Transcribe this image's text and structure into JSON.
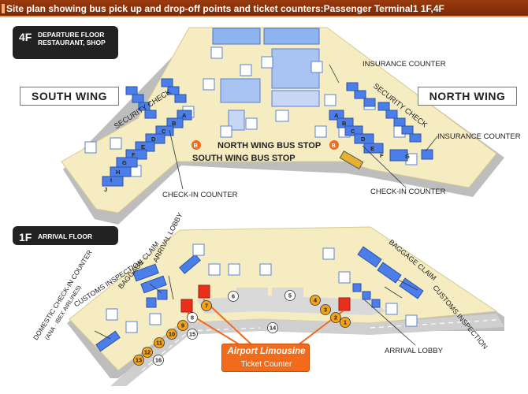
{
  "title": "Site plan showing bus pick up and drop-off points and ticket counters:Passenger Terminal1 1F,4F",
  "floor_4f": {
    "badge": "4F",
    "description": "DEPARTURE FLOOR RESTAURANT, SHOP",
    "south_wing": "SOUTH WING",
    "north_wing": "NORTH WING",
    "security_check_south": "SECURITY CHECK",
    "security_check_north": "SECURITY CHECK",
    "insurance_counter_top": "INSURANCE COUNTER",
    "insurance_counter_right": "INSURANCE COUNTER",
    "north_bus_stop": "NORTH WING BUS STOP",
    "south_bus_stop": "SOUTH WING BUS STOP",
    "checkin_south": "CHECK-IN COUNTER",
    "checkin_north": "CHECK-IN COUNTER",
    "south_counters": [
      "A",
      "B",
      "C",
      "D",
      "E",
      "F",
      "G",
      "H",
      "I",
      "J"
    ],
    "north_counters": [
      "A",
      "B",
      "C",
      "D",
      "E",
      "F",
      "G"
    ]
  },
  "floor_1f": {
    "badge": "1F",
    "description": "ARRIVAL FLOOR",
    "domestic_checkin": "DOMESTIC CHECK-IN COUNTER",
    "domestic_checkin_sub": "(ANA · IBEX AIRLINES)",
    "customs_inspection_left": "CUSTOMS INSPECTION",
    "arrival_lobby_left": "ARRIVAL LOBBY",
    "baggage_claim_left": "BAGGAGE CLAIM",
    "baggage_claim_right": "BAGGAGE CLAIM",
    "customs_inspection_right": "CUSTOMS INSPECTION",
    "arrival_lobby_right": "ARRIVAL LOBBY",
    "bus_stops_orange": [
      "1",
      "2",
      "3",
      "4",
      "7",
      "9",
      "10",
      "11",
      "12",
      "13"
    ],
    "bus_stops_white": [
      "5",
      "6",
      "8",
      "14",
      "15",
      "16"
    ]
  },
  "limousine": {
    "brand": "Airport Limousine",
    "counter": "Ticket Counter"
  },
  "colors": {
    "title_bg": "#8a3208",
    "floor_fill": "#f7eec4",
    "road": "#cfcfcf",
    "counter_blue": "#3d6fe0",
    "stop_orange": "#f2a21c",
    "ticket_red": "#e8301c",
    "limousine_orange": "#f26a1b"
  }
}
